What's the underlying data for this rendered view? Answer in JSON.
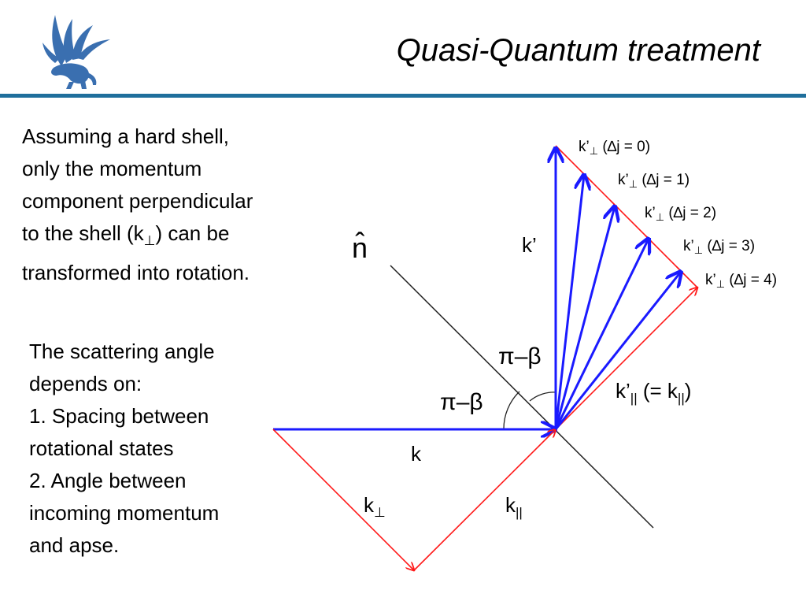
{
  "title": "Quasi-Quantum treatment",
  "paragraph1": {
    "line1": "Assuming a hard shell,",
    "line2": "only the momentum",
    "line3": "component perpendicular",
    "line4_pre": "to the shell (k",
    "line4_sym": "⊥",
    "line4_post": ") can be",
    "line5": "transformed into rotation."
  },
  "paragraph2": {
    "line1": "The scattering angle",
    "line2": "depends on:",
    "line3": "1. Spacing between",
    "line4": "rotational states",
    "line5": "2. Angle between",
    "line6": "incoming momentum",
    "line7": "and apse."
  },
  "diagram": {
    "n_hat": "n̂",
    "angle_label": "π–β",
    "k": "k",
    "k_prime": "k’",
    "k_perp": {
      "base": "k",
      "sub": "⊥"
    },
    "k_par": {
      "base": "k",
      "sub": "||"
    },
    "k_prime_par": {
      "base": "k’",
      "sub": "||",
      "middle": " (= k",
      "sub2": "||",
      "close": ")"
    },
    "dj_labels": [
      {
        "base": "k’",
        "sub": "⊥",
        "text": " (∆j = 0)"
      },
      {
        "base": "k’",
        "sub": "⊥",
        "text": " (∆j = 1)"
      },
      {
        "base": "k’",
        "sub": "⊥",
        "text": " (∆j = 2)"
      },
      {
        "base": "k’",
        "sub": "⊥",
        "text": " (∆j = 3)"
      },
      {
        "base": "k’",
        "sub": "⊥",
        "text": " (∆j = 4)"
      }
    ]
  },
  "colors": {
    "blue_arrow": "#1a1aff",
    "red_arrow": "#ff1a1a",
    "rule": "#1f6f9c",
    "logo": "#3a6fb0"
  }
}
